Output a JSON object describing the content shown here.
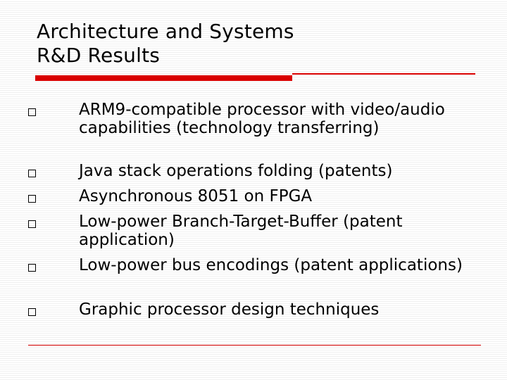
{
  "slide": {
    "title_line1": "Architecture and Systems",
    "title_line2": "R&D Results",
    "bullets": [
      {
        "text": "ARM9-compatible processor with video/audio  capabilities (technology transferring)"
      },
      {
        "text": "Java stack operations folding (patents)"
      },
      {
        "text": "Asynchronous 8051 on FPGA"
      },
      {
        "text": "Low-power Branch-Target-Buffer (patent application)"
      },
      {
        "text": "Low-power bus encodings (patent applications)"
      },
      {
        "text": "Graphic processor design techniques"
      }
    ],
    "accent_color": "#d90000",
    "bullet_icon": "hollow-square-icon"
  }
}
